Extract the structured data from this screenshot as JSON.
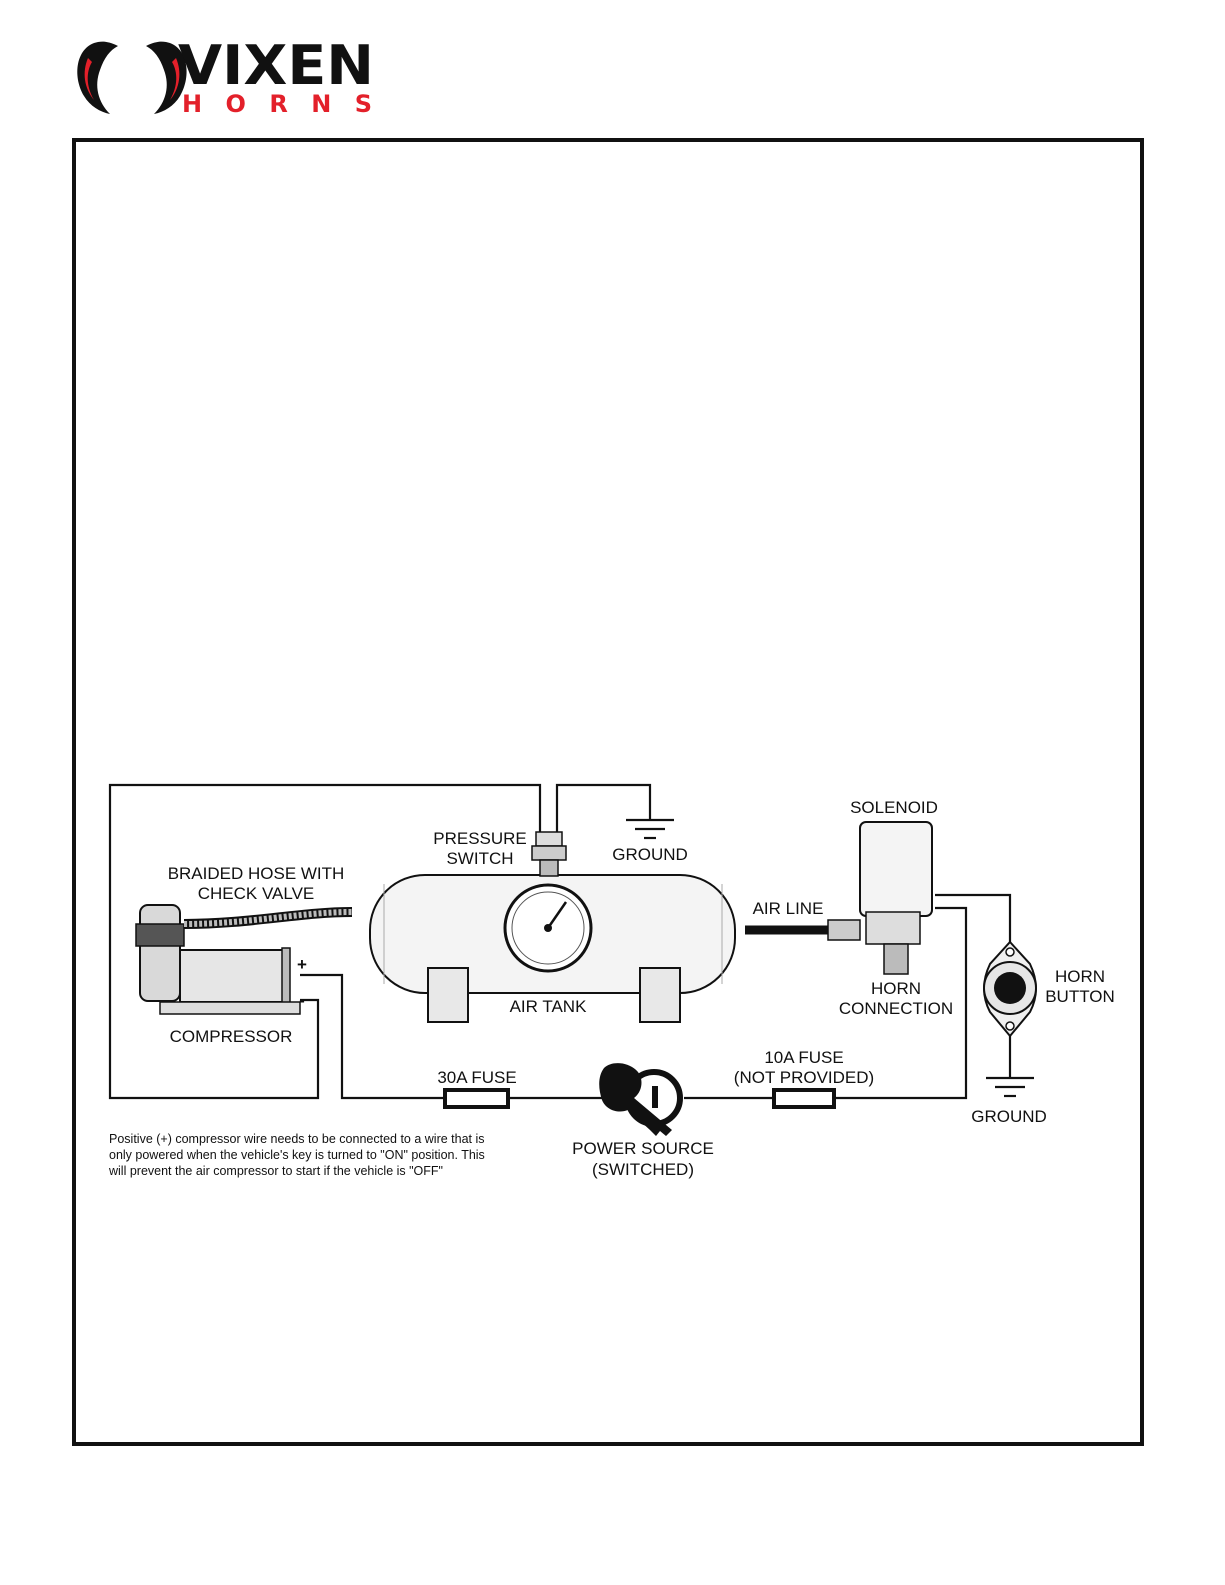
{
  "brand": {
    "name": "VIXEN",
    "sub": "HORNS",
    "colors": {
      "red": "#e3202a",
      "black": "#111111"
    }
  },
  "labels": {
    "pressure_switch": [
      "PRESSURE",
      "SWITCH"
    ],
    "ground_top": "GROUND",
    "solenoid": "SOLENOID",
    "braided_hose": [
      "BRAIDED HOSE WITH",
      "CHECK VALVE"
    ],
    "air_line": "AIR LINE",
    "plus": "+",
    "minus": "-",
    "air_tank": "AIR TANK",
    "horn_connection": [
      "HORN",
      "CONNECTION"
    ],
    "horn_button": [
      "HORN",
      "BUTTON"
    ],
    "compressor": "COMPRESSOR",
    "fuse_30a": "30A FUSE",
    "fuse_10a": [
      "10A FUSE",
      "(NOT PROVIDED)"
    ],
    "ground_bottom": "GROUND",
    "power_source": [
      "POWER SOURCE",
      "(SWITCHED)"
    ]
  },
  "note": [
    "Positive (+) compressor wire needs to be connected to a wire that is",
    "only powered when the vehicle's key is turned to \"ON\" position. This",
    "will prevent the air compressor to start if the vehicle is \"OFF\""
  ]
}
